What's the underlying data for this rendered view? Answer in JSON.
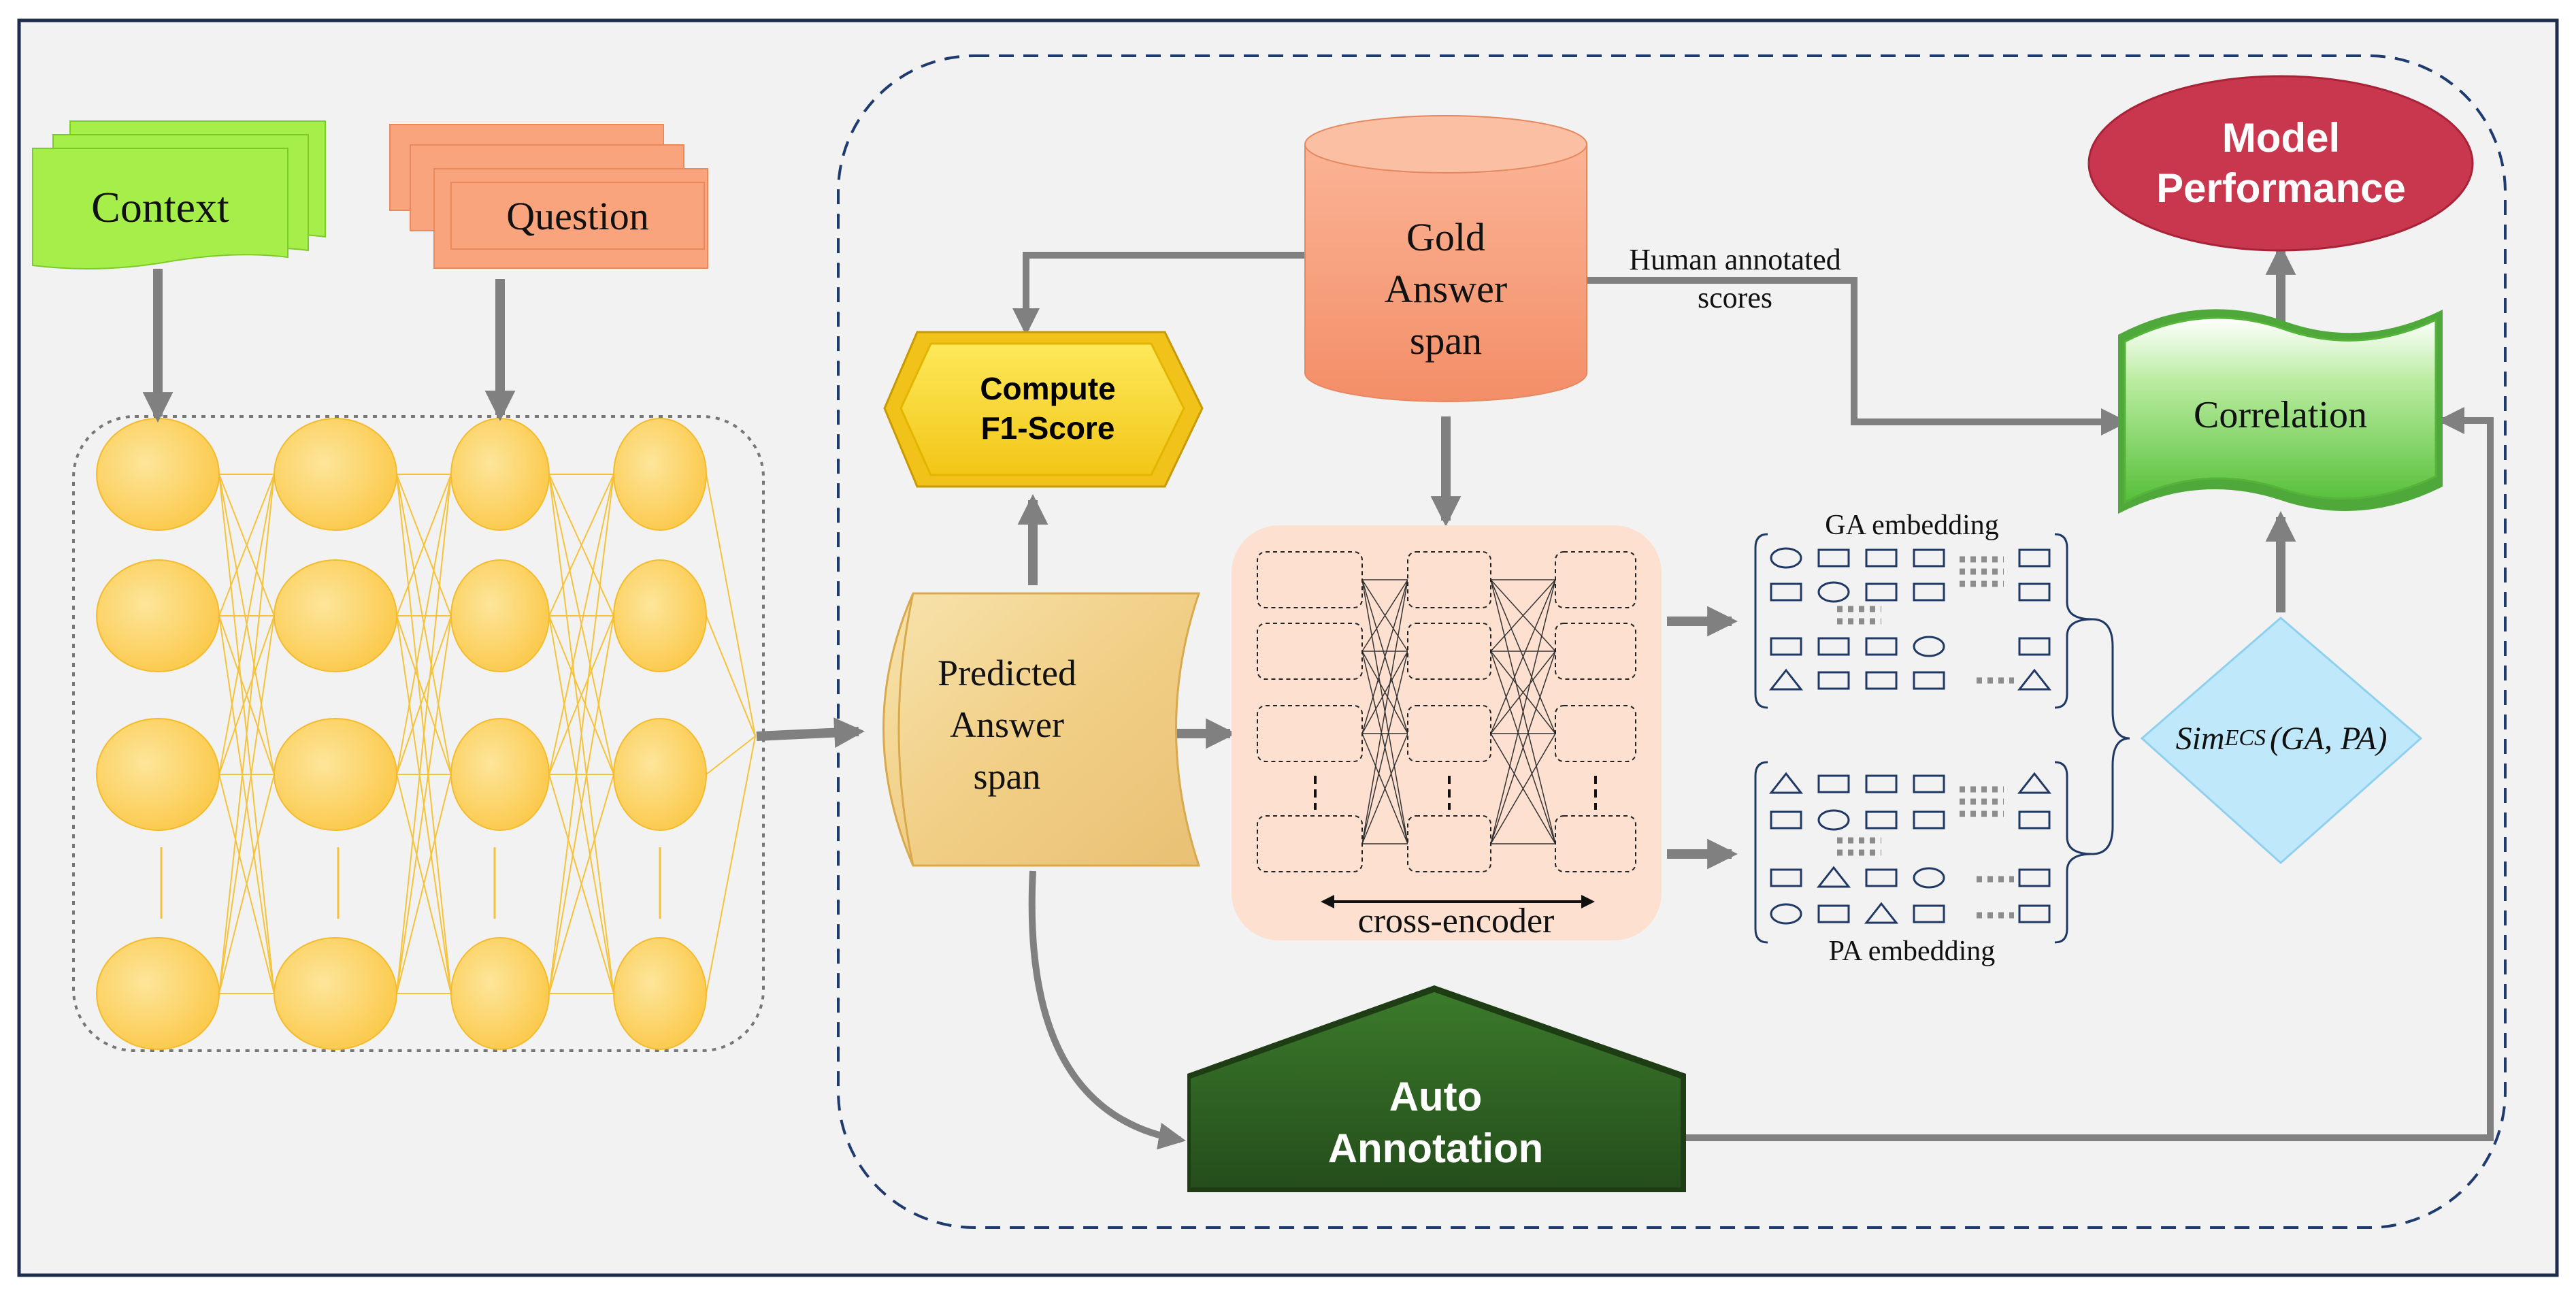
{
  "inputs": {
    "context": "Context",
    "question": "Question"
  },
  "gold": {
    "line1": "Gold",
    "line2": "Answer",
    "line3": "span"
  },
  "f1": {
    "line1": "Compute",
    "line2": "F1-Score"
  },
  "predicted": {
    "line1": "Predicted",
    "line2": "Answer",
    "line3": "span"
  },
  "cross_encoder_label": "cross-encoder",
  "human_scores": {
    "line1": "Human  annotated",
    "line2": "scores"
  },
  "embeddings": {
    "ga_label": "GA embedding",
    "pa_label": "PA embedding"
  },
  "similarity": {
    "prefix": "Sim",
    "subscript": "ECS",
    "args": "(GA, PA)"
  },
  "correlation": "Correlation",
  "model_performance": {
    "line1": "Model",
    "line2": "Performance"
  },
  "auto_annotation": {
    "line1": "Auto",
    "line2": "Annotation"
  },
  "colors": {
    "arrow": "#808080",
    "frame": "#1f2d4d",
    "dashed_box": "#1f3a6e",
    "background": "#f2f2f2",
    "context_fill": "#a6ef4a",
    "question_fill": "#f9a47c",
    "neuron_fill": "#fcd26a",
    "neuron_edge": "#f4bb2c",
    "gold_fill": "#f8a583",
    "f1_fill": "#f8dc2f",
    "cross_encoder_bg": "#fde0d0",
    "similarity_fill": "#bfe9fb",
    "correlation_fill": "#7dd66a",
    "model_perf_fill": "#c9374f",
    "auto_annotation_fill": "#2f5f23",
    "embedding_shape": "#1f3864"
  }
}
